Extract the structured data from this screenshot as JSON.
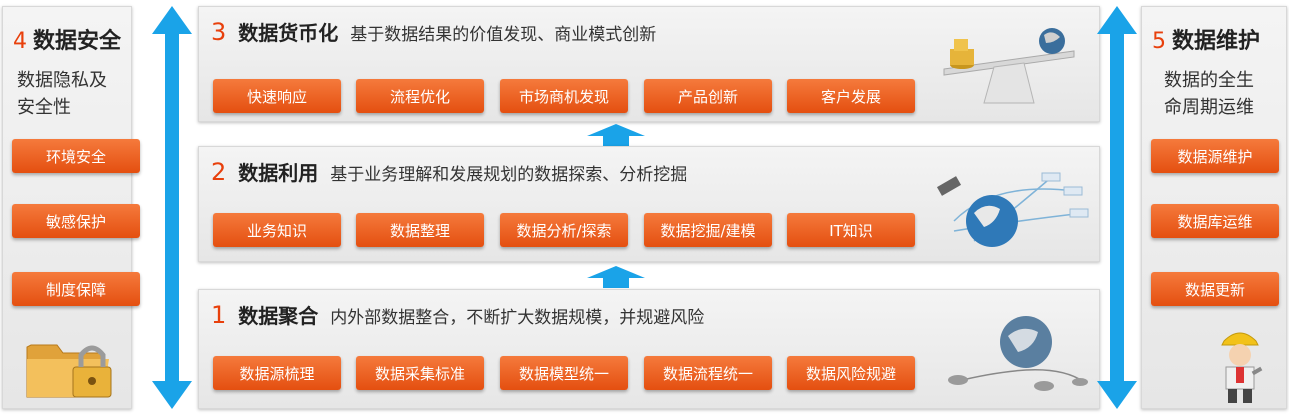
{
  "left_panel": {
    "number": "4",
    "title": "数据安全",
    "subtitle_lines": [
      "数据隐私及",
      "安全性"
    ],
    "buttons": [
      "环境安全",
      "敏感保护",
      "制度保障"
    ]
  },
  "right_panel": {
    "number": "5",
    "title": "数据维护",
    "subtitle_lines": [
      "数据的全生",
      "命周期运维"
    ],
    "buttons": [
      "数据源维护",
      "数据库运维",
      "数据更新"
    ]
  },
  "layers": [
    {
      "number": "3",
      "name": "数据货币化",
      "desc": "基于数据结果的价值发现、商业模式创新",
      "buttons": [
        "快速响应",
        "流程优化",
        "市场商机发现",
        "产品创新",
        "客户发展"
      ]
    },
    {
      "number": "2",
      "name": "数据利用",
      "desc": "基于业务理解和发展规划的数据探索、分析挖掘",
      "buttons": [
        "业务知识",
        "数据整理",
        "数据分析/探索",
        "数据挖掘/建模",
        "IT知识"
      ]
    },
    {
      "number": "1",
      "name": "数据聚合",
      "desc": "内外部数据整合，不断扩大数据规模，并规避风险",
      "buttons": [
        "数据源梳理",
        "数据采集标准",
        "数据模型统一",
        "数据流程统一",
        "数据风险规避"
      ]
    }
  ],
  "colors": {
    "accent": "#e8400c",
    "button": "#ef6128",
    "arrow": "#1aa3e8"
  },
  "icons": [
    "coins-scale-globe-icon",
    "satellite-globe-network-icon",
    "globe-mouse-icon",
    "folder-padlock-icon",
    "construction-worker-icon"
  ]
}
